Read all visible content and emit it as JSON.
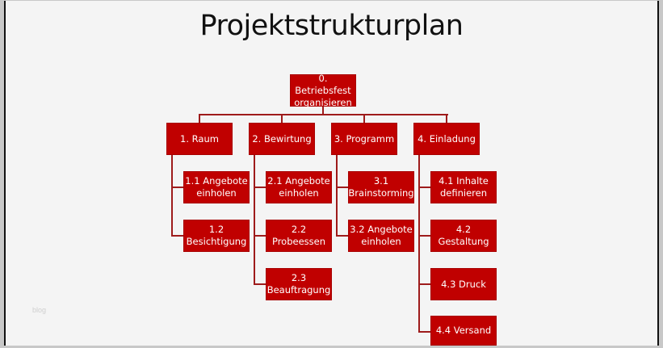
{
  "title": "Projektstrukturplan",
  "watermark": "blog",
  "colors": {
    "box": "#c00000",
    "connector": "#9e1b1b",
    "background": "#f4f4f4"
  },
  "root": {
    "label": "0. Betriebsfest\norganisieren"
  },
  "branches": [
    {
      "label": "1. Raum",
      "children": [
        "1.1 Angebote\neinholen",
        "1.2\nBesichtigung"
      ]
    },
    {
      "label": "2. Bewirtung",
      "children": [
        "2.1 Angebote\neinholen",
        "2.2\nProbeessen",
        "2.3\nBeauftragung"
      ]
    },
    {
      "label": "3. Programm",
      "children": [
        "3.1\nBrainstorming",
        "3.2 Angebote\neinholen"
      ]
    },
    {
      "label": "4. Einladung",
      "children": [
        "4.1 Inhalte\ndefinieren",
        "4.2 Gestaltung",
        "4.3  Druck",
        "4.4 Versand"
      ]
    }
  ]
}
